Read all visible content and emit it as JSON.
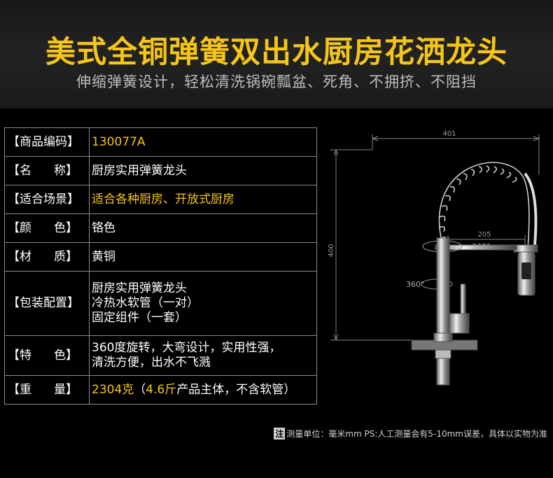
{
  "header": {
    "title": "美式全铜弹簧双出水厨房花洒龙头",
    "subtitle": "伸缩弹簧设计，轻松清洗锅碗瓢盆、死角、不拥挤、不阻挡"
  },
  "specs": {
    "code": {
      "label": "【商品编码】",
      "value": "130077A"
    },
    "name": {
      "label_open": "【名",
      "label_close": "称】",
      "value": "厨房实用弹簧龙头"
    },
    "scene": {
      "label": "【适合场景】",
      "value": "适合各种厨房、开放式厨房"
    },
    "color": {
      "label_open": "【颜",
      "label_close": "色】",
      "value": "铬色"
    },
    "material": {
      "label_open": "【材",
      "label_close": "质】",
      "value": "黄铜"
    },
    "package": {
      "label": "【包装配置】",
      "line1": "厨房实用弹簧龙头",
      "line2": "冷热水软管（一对）",
      "line3": "固定组件（一套）"
    },
    "feature": {
      "label_open": "【特",
      "label_close": "色】",
      "line1": "360度旋转，大弯设计，实用性强，",
      "line2": "清洗方便，出水不飞溅"
    },
    "weight": {
      "label_open": "【重",
      "label_close": "量】",
      "value_a": "2304克",
      "value_b": "（",
      "value_c": "4.6斤",
      "value_d": "产品主体，不含软管）"
    }
  },
  "drawing": {
    "dim_width": "401",
    "dim_height": "400",
    "dim_spout": "205",
    "rot_top": "360°",
    "rot_mid": "360°"
  },
  "note": {
    "tag": "注",
    "text": "测量单位：毫米mm  PS:人工测量会有5-10mm误差，具体以实物为准"
  }
}
